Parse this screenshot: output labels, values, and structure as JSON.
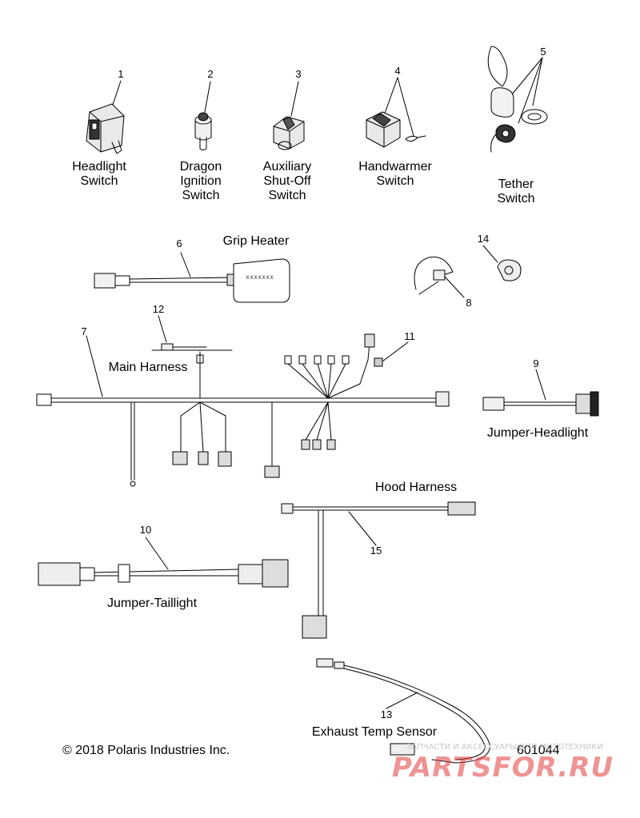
{
  "parts": [
    {
      "number": "1",
      "name": "Headlight\nSwitch"
    },
    {
      "number": "2",
      "name": "Dragon\nIgnition\nSwitch"
    },
    {
      "number": "3",
      "name": "Auxiliary\nShut-Off\nSwitch"
    },
    {
      "number": "4",
      "name": "Handwarmer\nSwitch"
    },
    {
      "number": "5",
      "name": "Tether\nSwitch"
    },
    {
      "number": "6",
      "name": "Grip Heater",
      "marking": "XXXXXXX"
    },
    {
      "number": "7",
      "name": "Main Harness"
    },
    {
      "number": "8",
      "name": ""
    },
    {
      "number": "9",
      "name": "Jumper-Headlight"
    },
    {
      "number": "10",
      "name": "Jumper-Taillight"
    },
    {
      "number": "11",
      "name": ""
    },
    {
      "number": "12",
      "name": ""
    },
    {
      "number": "13",
      "name": "Exhaust Temp Sensor"
    },
    {
      "number": "14",
      "name": ""
    },
    {
      "number": "15",
      "name": "Hood Harness"
    }
  ],
  "footer": {
    "copyright": "© 2018 Polaris Industries Inc.",
    "diagram_number": "601044"
  },
  "watermark": {
    "tagline": "ЗАПЧАСТИ И АКСЕССУАРЫ ДЛЯ МОТОТЕХНИКИ",
    "brand": "PARTSFOR.RU",
    "color": "#e23c3c"
  }
}
